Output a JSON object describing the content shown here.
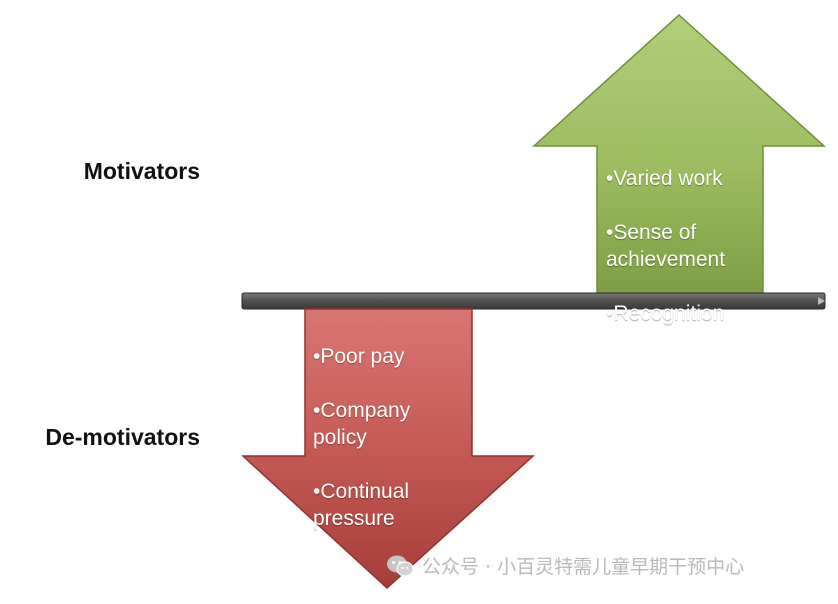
{
  "labels": {
    "motivators": "Motivators",
    "demotivators": "De-motivators"
  },
  "motivators_list": [
    "•Varied work",
    "•Sense of achievement",
    "•Recognition"
  ],
  "demotivators_list": [
    "•Poor pay",
    "•Company policy",
    "•Continual pressure"
  ],
  "watermark": {
    "text": "公众号 · 小百灵特需儿童早期干预中心",
    "icon": "wechat-icon"
  },
  "colors": {
    "up_arrow": "#98b85a",
    "down_arrow": "#c0504d",
    "bar": "#555555",
    "watermark": "#b9b9b9"
  }
}
